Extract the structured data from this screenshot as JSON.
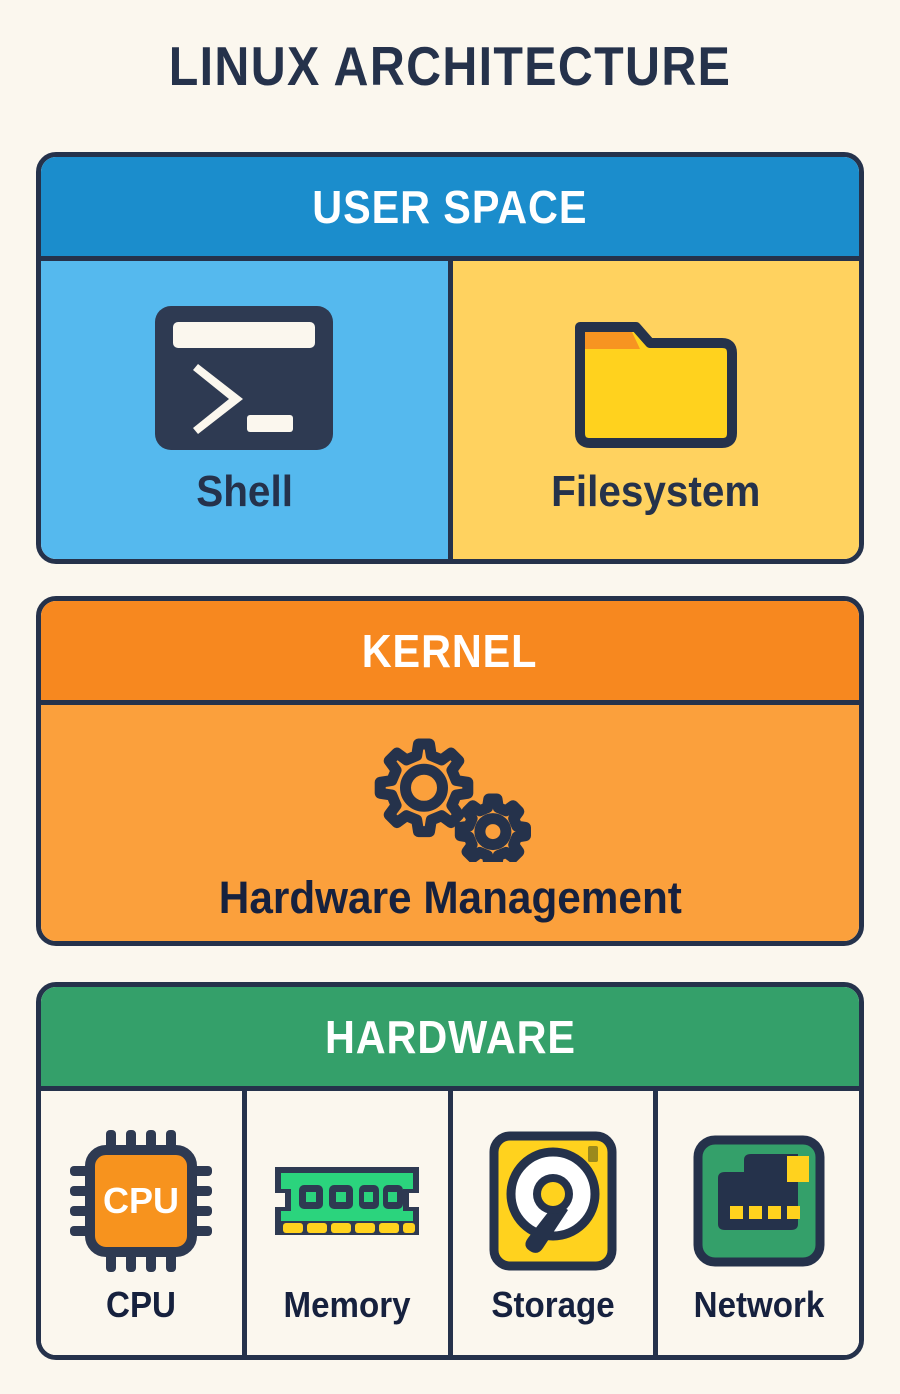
{
  "title": "LINUX ARCHITECTURE",
  "theme": {
    "background": "#FBF7EE",
    "outline": "#25324B",
    "user_space_header": "#1B8DCC",
    "shell_cell": "#55B9EE",
    "filesystem_cell": "#FFD25F",
    "kernel_header": "#F7881F",
    "kernel_body": "#FBA03C",
    "hardware_header": "#34A06A",
    "hardware_body": "#FBF7EE",
    "header_text": "#FFFFFF",
    "label_text": "#16213E"
  },
  "layers": [
    {
      "id": "user-space",
      "header": "USER SPACE",
      "cells": [
        {
          "id": "shell",
          "label": "Shell",
          "icon": "terminal-icon"
        },
        {
          "id": "filesystem",
          "label": "Filesystem",
          "icon": "folder-icon"
        }
      ]
    },
    {
      "id": "kernel",
      "header": "KERNEL",
      "cells": [
        {
          "id": "hardware-management",
          "label": "Hardware Management",
          "icon": "gears-icon"
        }
      ]
    },
    {
      "id": "hardware",
      "header": "HARDWARE",
      "cells": [
        {
          "id": "cpu",
          "label": "CPU",
          "icon": "cpu-chip-icon",
          "chip_text": "CPU"
        },
        {
          "id": "memory",
          "label": "Memory",
          "icon": "ram-stick-icon"
        },
        {
          "id": "storage",
          "label": "Storage",
          "icon": "hard-disk-icon"
        },
        {
          "id": "network",
          "label": "Network",
          "icon": "network-card-icon"
        }
      ]
    }
  ]
}
